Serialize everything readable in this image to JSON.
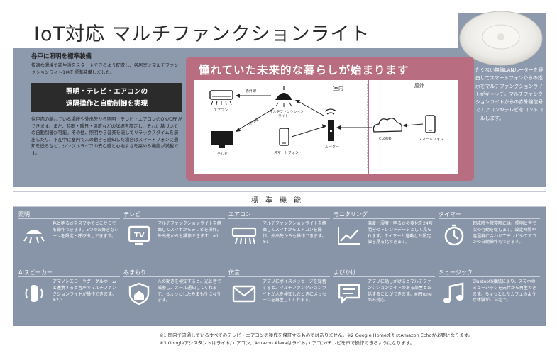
{
  "title": "IoT対応 マルチファンクションライト",
  "intro": {
    "head": "各戸に照明を標準装備",
    "body": "快適な環境で新生活をスタートできるよう配慮し、各居室にマルチファンクションライト1台を標準装備しました。"
  },
  "dark_box": {
    "line1": "照明・テレビ・エアコンの",
    "line2": "遠隔操作と自動制御を実現"
  },
  "detail": "住戸内の離れている場所や外出先から照明・テレビ・エアコンのON/OFFができます。また、時間・曜日・温度などの詳細を設定し、それに基づいての自動制御が可能。その他、照明から音楽を流してリラックスタイムを演出したり、不在中に室内で人の動きを感知した場合はスマートフォンに通知を送るなど、シングルライフの安心感と心地よさを高める機能が満載です。",
  "pink": {
    "title": "憧れていた未来的な暮らしが始まります",
    "diagram": {
      "indoor_label": "室内",
      "outdoor_label": "屋外",
      "aircon": "エアコン",
      "tv": "テレビ",
      "light": "マルチファンクション\nライト",
      "phone_in": "スマートフォン",
      "router": "ルーター",
      "cloud": "CLOUD",
      "phone_out": "スマートフォン",
      "infrared1": "赤外線",
      "infrared2": "赤外線"
    }
  },
  "right_text": "たくない無線LANルーターを経由してスマートフォンからの指示をマルチファンクションライトがキャッチ。マルチファンクションライトからの赤外線信号でエアコンやテレビをコントロールします。",
  "standard": {
    "label": "標準機能",
    "features": [
      {
        "label": "照明",
        "icon": "ceiling-light-icon",
        "desc": "色と明るさをスマホでどこからでも操作できます。5つのお好きなシーンを設定・呼び出しできます。"
      },
      {
        "label": "テレビ",
        "icon": "tv-icon",
        "desc": "マルチファンクションライトを経由してスマホからテレビを操作。外出先からも操作できます。※1"
      },
      {
        "label": "エアコン",
        "icon": "air-conditioner-icon",
        "desc": "マルチファンクションライトを経由してスマホからエアコンを操作。外出先からも操作できます。※1"
      },
      {
        "label": "モニタリング",
        "icon": "line-graph-icon",
        "desc": "温度・湿度・明るさの変化を24時間分のトレンドデータとして見られます。タイマーと連動した設定値を見る化できます。"
      },
      {
        "label": "タイマー",
        "icon": "timer-icon",
        "desc": "起床時や就寝時には、照明と音で次の行動を促します。設定時間や温湿度に合わせてテレビやエアコンの自動操作もできます。"
      },
      {
        "label": "AIスピーカー",
        "icon": "smart-speaker-icon",
        "desc": "アマゾンエコーやグーグルホームと連携すると音声でマルチファンクションライトが操作できます。※2,3"
      },
      {
        "label": "みまもり",
        "icon": "shield-home-icon",
        "desc": "人の動きを検知すると、光と音で威嚇し、メール通知してくれます。ちょっとしたみまもりになります。"
      },
      {
        "label": "伝言",
        "icon": "message-icon",
        "desc": "アプリにボイスメッセージを録音すると、マルチファンクションライトが人を検知したときにメッセージを再生してくれます。"
      },
      {
        "label": "よびかけ",
        "icon": "chat-bubble-icon",
        "desc": "アプリに話しかけるとマルチファンクションライトのある部屋とお話することができます。※iPhoneのみ対応"
      },
      {
        "label": "ミュージック",
        "icon": "music-note-icon",
        "desc": "Bluetooth接続により、スマホのミュージックを天井から再生できます。ちょっとしたカフェのような体験がご自宅で。"
      }
    ]
  },
  "footnotes": [
    "※1 国内で流通しているすべてのテレビ・エアコンの操作を保証するものではありません。※2 Google HomeまたはAmazon Echoが必要になります。",
    "※3 Googleアシスタントはライト/エアコン、Amazon Alexaはライト/エアコン/テレビを声で操作できるようになります。"
  ],
  "colors": {
    "panel": "#8d9aae",
    "pink": "#b86e80",
    "dark_box": "#2b2b2b",
    "features": "#8895a8"
  }
}
